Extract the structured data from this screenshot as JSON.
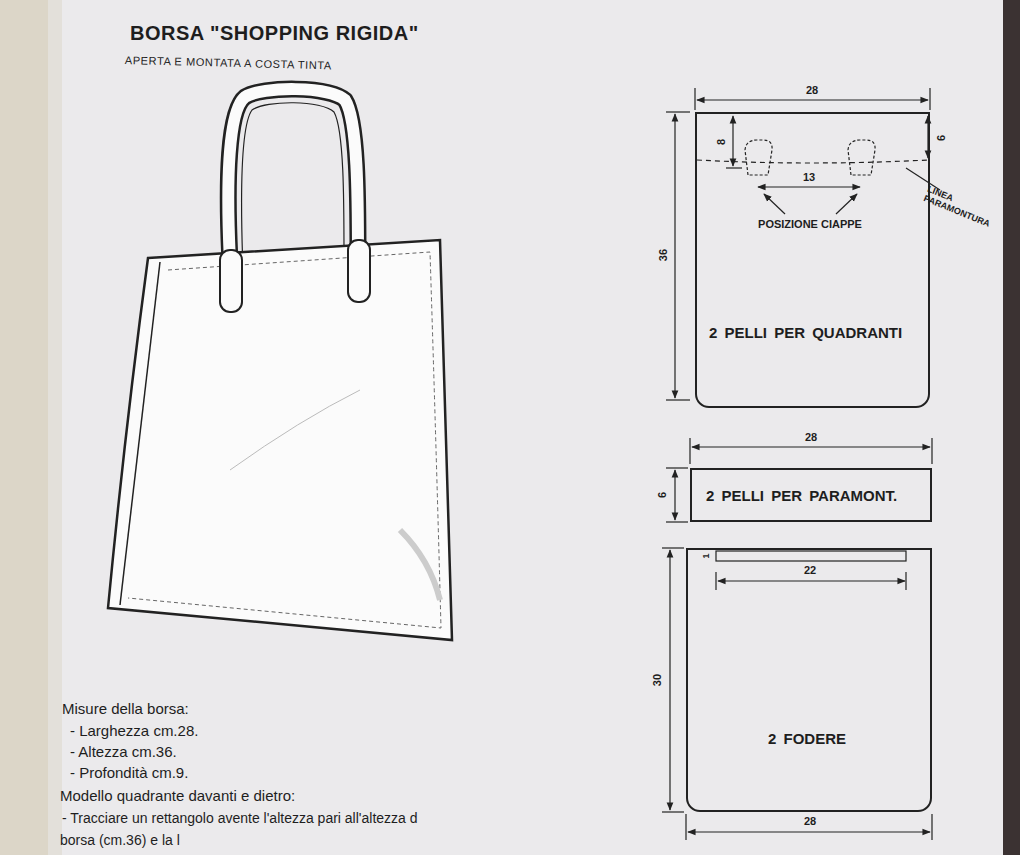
{
  "diagram": {
    "title": "BORSA \"SHOPPING RIGIDA\"",
    "nodes": [
      {
        "text": [
          "2 PELLI PER QUADRANTI"
        ]
      },
      {
        "text": [
          "2 PELLI PER PARAMONT."
        ]
      },
      {
        "text": [
          "2 FODERE"
        ]
      }
    ],
    "labels": [
      "APERTA E MONTATA A COSTA TINTA",
      "28",
      "8",
      "6",
      "13",
      "36",
      "POSIZIONE CIAPPE",
      "LINEA PARAMONTURA",
      "28",
      "6",
      "1",
      "22",
      "30",
      "28",
      "Misure della borsa:",
      "- Larghezza cm.28.",
      "- Altezza cm.36.",
      "- Profondità cm.9.",
      "Modello quadrante davanti e dietro:",
      "- Tracciare un rettangolo avente l'altezza pari all'altezza d",
      "borsa (cm.36) e la l"
    ]
  }
}
